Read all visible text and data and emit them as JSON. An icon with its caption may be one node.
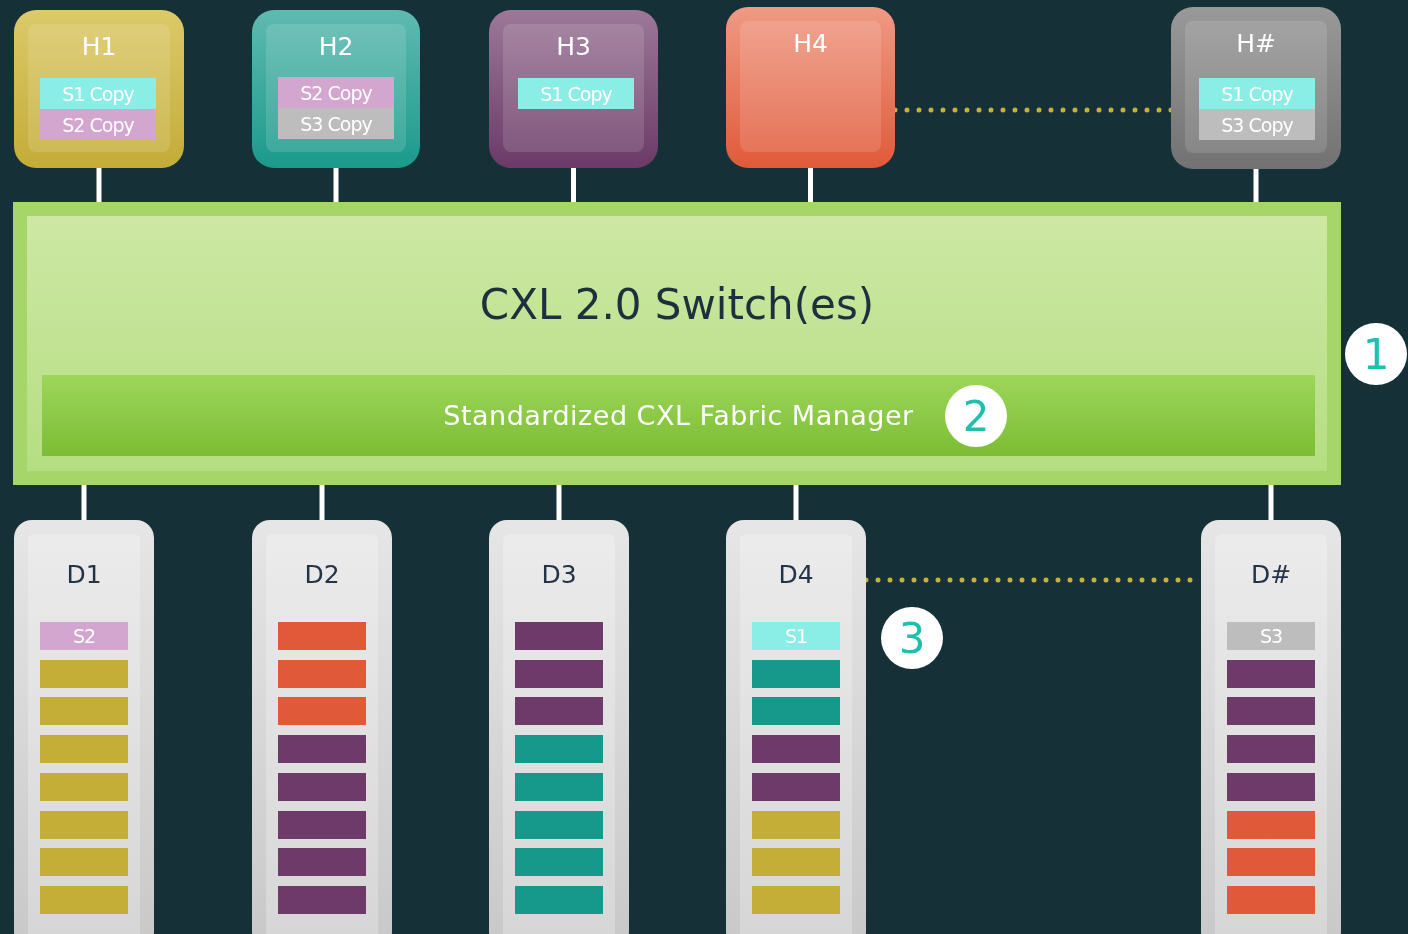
{
  "diagram": {
    "nodes": [
      {
        "text": [
          "H1"
        ]
      },
      {
        "text": [
          "S1 Copy"
        ],
        "in": 0
      },
      {
        "text": [
          "S2 Copy"
        ],
        "in": 0
      },
      {
        "text": [
          "H2"
        ]
      },
      {
        "text": [
          "S2 Copy"
        ],
        "in": 3
      },
      {
        "text": [
          "S3 Copy"
        ],
        "in": 3
      },
      {
        "text": [
          "H3"
        ]
      },
      {
        "text": [
          "S1 Copy"
        ],
        "in": 6
      },
      {
        "text": [
          "H4"
        ]
      },
      {
        "text": [
          "H#"
        ]
      },
      {
        "text": [
          "S1 Copy"
        ],
        "in": 9
      },
      {
        "text": [
          "S3 Copy"
        ],
        "in": 9
      },
      {
        "text": [
          "CXL 2.0 Switch(es)"
        ]
      },
      {
        "text": [
          "Standardized CXL Fabric Manager"
        ],
        "in": 12
      },
      {
        "text": [
          "D1"
        ]
      },
      {
        "text": [
          "S2"
        ],
        "in": 14
      },
      {
        "text": [],
        "shape": "bar",
        "in": 14
      },
      {
        "text": [],
        "shape": "bar",
        "in": 14
      },
      {
        "text": [],
        "shape": "bar",
        "in": 14
      },
      {
        "text": [],
        "shape": "bar",
        "in": 14
      },
      {
        "text": [],
        "shape": "bar",
        "in": 14
      },
      {
        "text": [],
        "shape": "bar",
        "in": 14
      },
      {
        "text": [],
        "shape": "bar",
        "in": 14
      },
      {
        "text": [
          "D2"
        ]
      },
      {
        "text": [],
        "shape": "bar",
        "in": 23
      },
      {
        "text": [],
        "shape": "bar",
        "in": 23
      },
      {
        "text": [],
        "shape": "bar",
        "in": 23
      },
      {
        "text": [],
        "shape": "bar",
        "in": 23
      },
      {
        "text": [],
        "shape": "bar",
        "in": 23
      },
      {
        "text": [],
        "shape": "bar",
        "in": 23
      },
      {
        "text": [],
        "shape": "bar",
        "in": 23
      },
      {
        "text": [],
        "shape": "bar",
        "in": 23
      },
      {
        "text": [
          "D3"
        ]
      },
      {
        "text": [],
        "shape": "bar",
        "in": 32
      },
      {
        "text": [],
        "shape": "bar",
        "in": 32
      },
      {
        "text": [],
        "shape": "bar",
        "in": 32
      },
      {
        "text": [],
        "shape": "bar",
        "in": 32
      },
      {
        "text": [],
        "shape": "bar",
        "in": 32
      },
      {
        "text": [],
        "shape": "bar",
        "in": 32
      },
      {
        "text": [],
        "shape": "bar",
        "in": 32
      },
      {
        "text": [],
        "shape": "bar",
        "in": 32
      },
      {
        "text": [
          "D4"
        ]
      },
      {
        "text": [
          "S1"
        ],
        "in": 41
      },
      {
        "text": [],
        "shape": "bar",
        "in": 41
      },
      {
        "text": [],
        "shape": "bar",
        "in": 41
      },
      {
        "text": [],
        "shape": "bar",
        "in": 41
      },
      {
        "text": [],
        "shape": "bar",
        "in": 41
      },
      {
        "text": [],
        "shape": "bar",
        "in": 41
      },
      {
        "text": [],
        "shape": "bar",
        "in": 41
      },
      {
        "text": [],
        "shape": "bar",
        "in": 41
      },
      {
        "text": [
          "D#"
        ]
      },
      {
        "text": [
          "S3"
        ],
        "in": 50
      },
      {
        "text": [],
        "shape": "bar",
        "in": 50
      },
      {
        "text": [],
        "shape": "bar",
        "in": 50
      },
      {
        "text": [],
        "shape": "bar",
        "in": 50
      },
      {
        "text": [],
        "shape": "bar",
        "in": 50
      },
      {
        "text": [],
        "shape": "bar",
        "in": 50
      },
      {
        "text": [],
        "shape": "bar",
        "in": 50
      },
      {
        "text": [],
        "shape": "bar",
        "in": 50
      }
    ],
    "edges": [
      {
        "from": 0,
        "to": 12,
        "arrow": "none"
      },
      {
        "from": 3,
        "to": 12,
        "arrow": "none"
      },
      {
        "from": 6,
        "to": 12,
        "arrow": "none"
      },
      {
        "from": 8,
        "to": 12,
        "arrow": "none"
      },
      {
        "from": 9,
        "to": 12,
        "arrow": "none"
      },
      {
        "from": 12,
        "to": 14,
        "arrow": "none"
      },
      {
        "from": 12,
        "to": 23,
        "arrow": "none"
      },
      {
        "from": 12,
        "to": 32,
        "arrow": "none"
      },
      {
        "from": 12,
        "to": 41,
        "arrow": "none"
      },
      {
        "from": 12,
        "to": 50,
        "arrow": "none"
      },
      {
        "from": 8,
        "to": 9,
        "arrow": "none",
        "style": "dashed",
        "color": "#c4b03a"
      },
      {
        "from": 41,
        "to": 50,
        "arrow": "none",
        "style": "dashed",
        "color": "#c4b03a"
      }
    ],
    "labels": [
      "1",
      "2",
      "3"
    ]
  }
}
